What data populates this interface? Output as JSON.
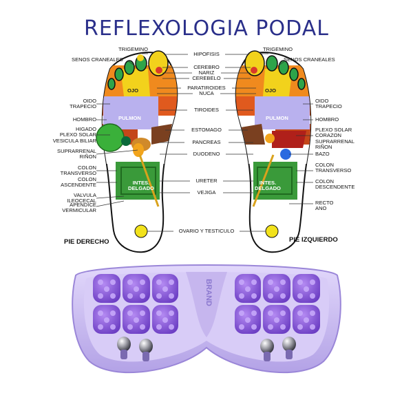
{
  "title": "REFLEXOLOGIA PODAL",
  "feet": {
    "right": "PIE DERECHO",
    "left": "PIE IZQUIERDO"
  },
  "inside": {
    "ojo": "OJO",
    "pulmon": "PULMON",
    "intestino": "INTES.\nDELGADO"
  },
  "center_labels": [
    "HIPOFISIS",
    "CEREBRO",
    "NARIZ",
    "CEREBELO",
    "PARATIROIDES",
    "NUCA",
    "TIROIDES",
    "ESTOMAGO",
    "PANCREAS",
    "DUODENO",
    "URETER",
    "VEJIGA",
    "OVARIO Y TESTICULO"
  ],
  "left_labels": [
    "TRIGEMINO",
    "SENOS CRANEALES",
    "OIDO\nTRAPECIO",
    "HOMBRO",
    "HIGADO\nPLEXO SOLAR\nVESICULA BILIAR",
    "SUPRARRENAL\nRIÑON",
    "COLON\nTRANSVERSO",
    "COLON\nASCENDENTE",
    "VALVULA\nILEOCECAL",
    "APENDICE\nVERMICULAR"
  ],
  "right_labels": [
    "TRIGEMINO",
    "SENOS CRANEALES",
    "OIDO\nTRAPECIO",
    "HOMBRO",
    "PLEXO SOLAR\nCORAZON\nSUPRARRENAL\nRIÑON",
    "BAZO",
    "COLON\nTRANSVERSO",
    "COLON\nDESCENDENTE",
    "RECTO\nANO"
  ],
  "device": {
    "brand": "BRAND",
    "color": "#c9b9ee",
    "roller_color": "#8a5ad6"
  },
  "colors": {
    "title": "#2a2f8a",
    "green": "#3a9a3a",
    "orange": "#f08a1e",
    "yellow": "#f2d21c",
    "lavender": "#b9b1ee",
    "red": "#d93a2a"
  }
}
